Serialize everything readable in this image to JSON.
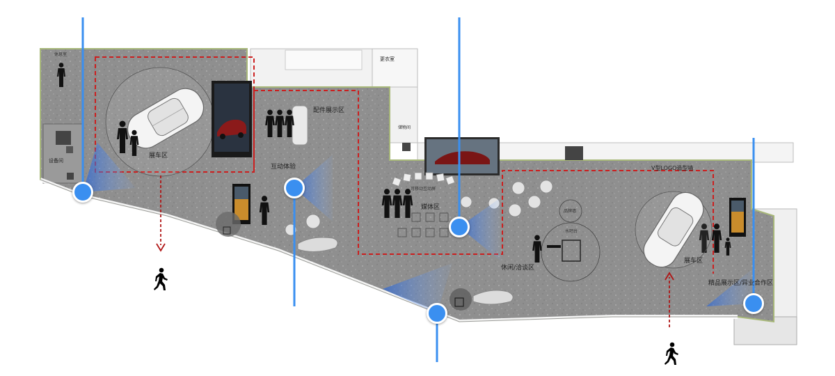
{
  "zones": {
    "car_display_left": "展车区",
    "accessory_display": "配件展示区",
    "interactive_experience": "互动体验",
    "media_zone": "媒体区",
    "lounge_negotiation": "休闲/洽谈区",
    "car_display_right": "展车区",
    "boutique_cooperation": "精品展示区/异业合作区",
    "v_logo_wall": "V型LOGO造型墙",
    "changing_room": "更衣室",
    "equipment_room": "设备间"
  },
  "small_labels": {
    "top_left_room": "休息室",
    "media_tag": "可移动互动屏",
    "right_tag_1": "品牌墙",
    "right_tag_2": "水吧台",
    "corner_tag": "储物间"
  },
  "colors": {
    "floor": "#8e8e8e",
    "zone_outline": "#cc1f1f",
    "camera_marker": "#3a8ff0",
    "camera_fov": "#2f6fe6",
    "walkway_arrow": "#b01515",
    "wall_trim": "#a8b87a"
  }
}
